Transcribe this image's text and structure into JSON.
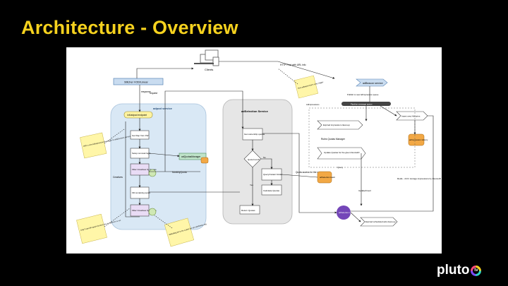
{
  "slide": {
    "title": "Architecture - Overview"
  },
  "brand": {
    "logo": "pluto tv",
    "title_color": "#f6d21e"
  },
  "diagram": {
    "clients_label": "Clients",
    "request_label": "request",
    "response_label": "response",
    "stitcher_label": "Stitcher VOD/Linear",
    "adpod_service_label": "adpod service",
    "adpod_endpoint_label": "/v4/adpod endpoint",
    "get_rep_label": "Get Rep from FW",
    "setup_removal_label": "Setup removal logic",
    "filter_creatives_label": "Filter Creatives by Quotas",
    "fill_remaining_label": "Fill remaining spots",
    "filter_creatives_2_label": "Filter Creatives by Quotas",
    "creatives_label": "Creatives",
    "monthly_quota_label": "MonthlyQuota",
    "ad_quota_manager_label": "adQuotasManager",
    "note_new_adimpression_label": "With a new AdImpression fire trigger to adsDecision service",
    "note_unique_label": "Only if specific goal-oriented rule on adserver is set",
    "note_defaulting_label": "defaulting list to be a plain list w/o adsStatus tag",
    "ad_selection_service_label": "adSelection Service",
    "get_ownership_quotas_label": "Get ownership quotas",
    "quota_found_label": "Quota found?",
    "query_instant_folder_label": "Query/Instant Folder",
    "calculate_quotas_label": "Calculate Quotas",
    "return_quotas_label": "Return Quotas",
    "yes_label": "Yes",
    "no_label": "No",
    "quota_access_label": "Quota access for the response",
    "http_post_label": "HTTP Post with URL info",
    "note_adimpression_label": "New adImpressions entry trigger",
    "adbeacon_service_label": "adBeacon service",
    "publish_label": "Publish to new AdImpression queue",
    "pipeline_label": "Pipeline message queue",
    "adimpressions_label": "AdImpressions",
    "insert_history_label": "Insert new Histories",
    "expired_cleanup_label": "Expired impression clean-up",
    "rules_manager_label": "Rules Quotas Manager",
    "update_quotas_label": "Update Quotas for the given DeviceID",
    "adselection_hash_label": "adSelection Hash",
    "redis_store_label": "Redis - 24 hr storage impressions by DeviceID",
    "adimpression_history_label": "adImpression History",
    "adselection_quota_label": "adSelection Quota",
    "expired_history_label": "Expired scheduled ads clean-up",
    "query_label": "Query",
    "update_label": "Update/Insert",
    "colors": {
      "blue_group": "#d9e8f5",
      "gray_group": "#e6e6e6",
      "sticky": "#fff6a8",
      "purple": "#7446b8",
      "filter_box": "#e9dcf5"
    }
  }
}
